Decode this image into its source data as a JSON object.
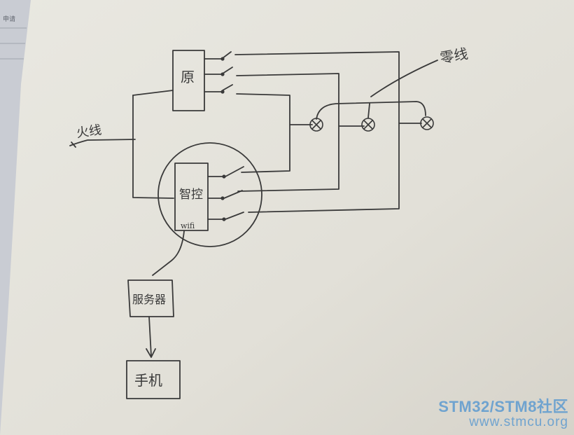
{
  "diagram": {
    "labels": {
      "live_wire": "火线",
      "neutral_wire": "零线",
      "original_switch_box": "原",
      "smart_switch_box": "智控",
      "wifi": "wifi",
      "server": "服务器",
      "phone": "手机"
    }
  },
  "watermark": {
    "brand": "STM32/STM8社区",
    "url": "www.stmcu.org",
    "color": "#6fa3cf"
  },
  "colors": {
    "paper": "#e3e1d9",
    "ink": "#3a3a3a",
    "page_left": "#c9ccd3"
  }
}
